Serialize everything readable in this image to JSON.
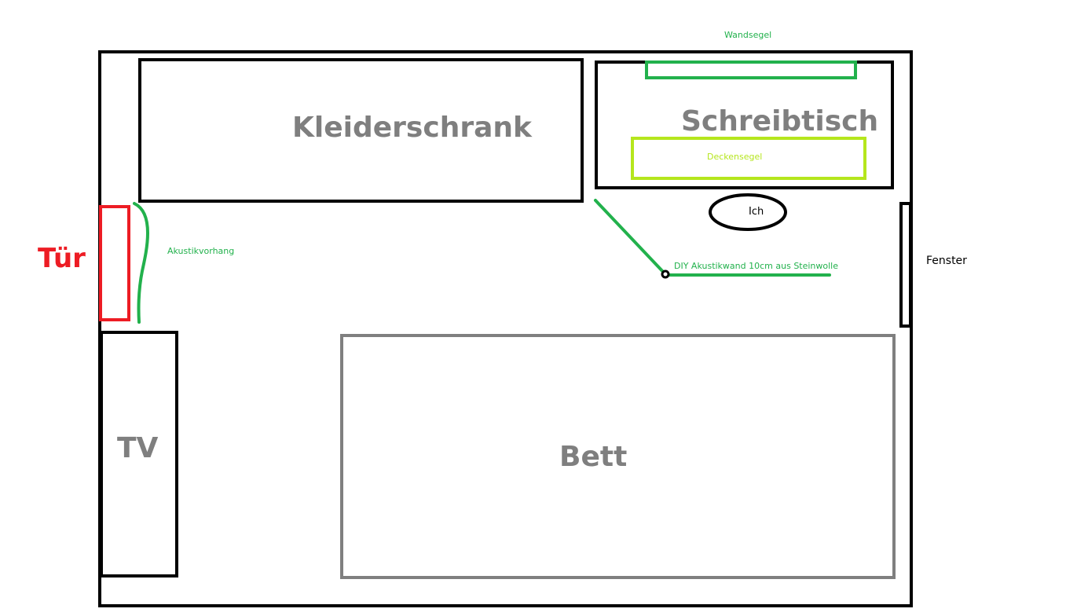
{
  "labels": {
    "wandsegel": "Wandsegel",
    "kleiderschrank": "Kleiderschrank",
    "schreibtisch": "Schreibtisch",
    "deckensegel": "Deckensegel",
    "ich": "Ich",
    "tur": "Tür",
    "akustikvorhang": "Akustikvorhang",
    "akustikwand": "DIY Akustikwand 10cm aus Steinwolle",
    "fenster": "Fenster",
    "tv": "TV",
    "bett": "Bett"
  },
  "colors": {
    "wall": "#000000",
    "furniture_outline": "#000000",
    "bed_outline": "#7f7f7f",
    "furniture_text": "#7f7f7f",
    "door": "#ed1c24",
    "acoustic_green": "#22b14c",
    "ceiling_panel": "#b5e61d"
  }
}
